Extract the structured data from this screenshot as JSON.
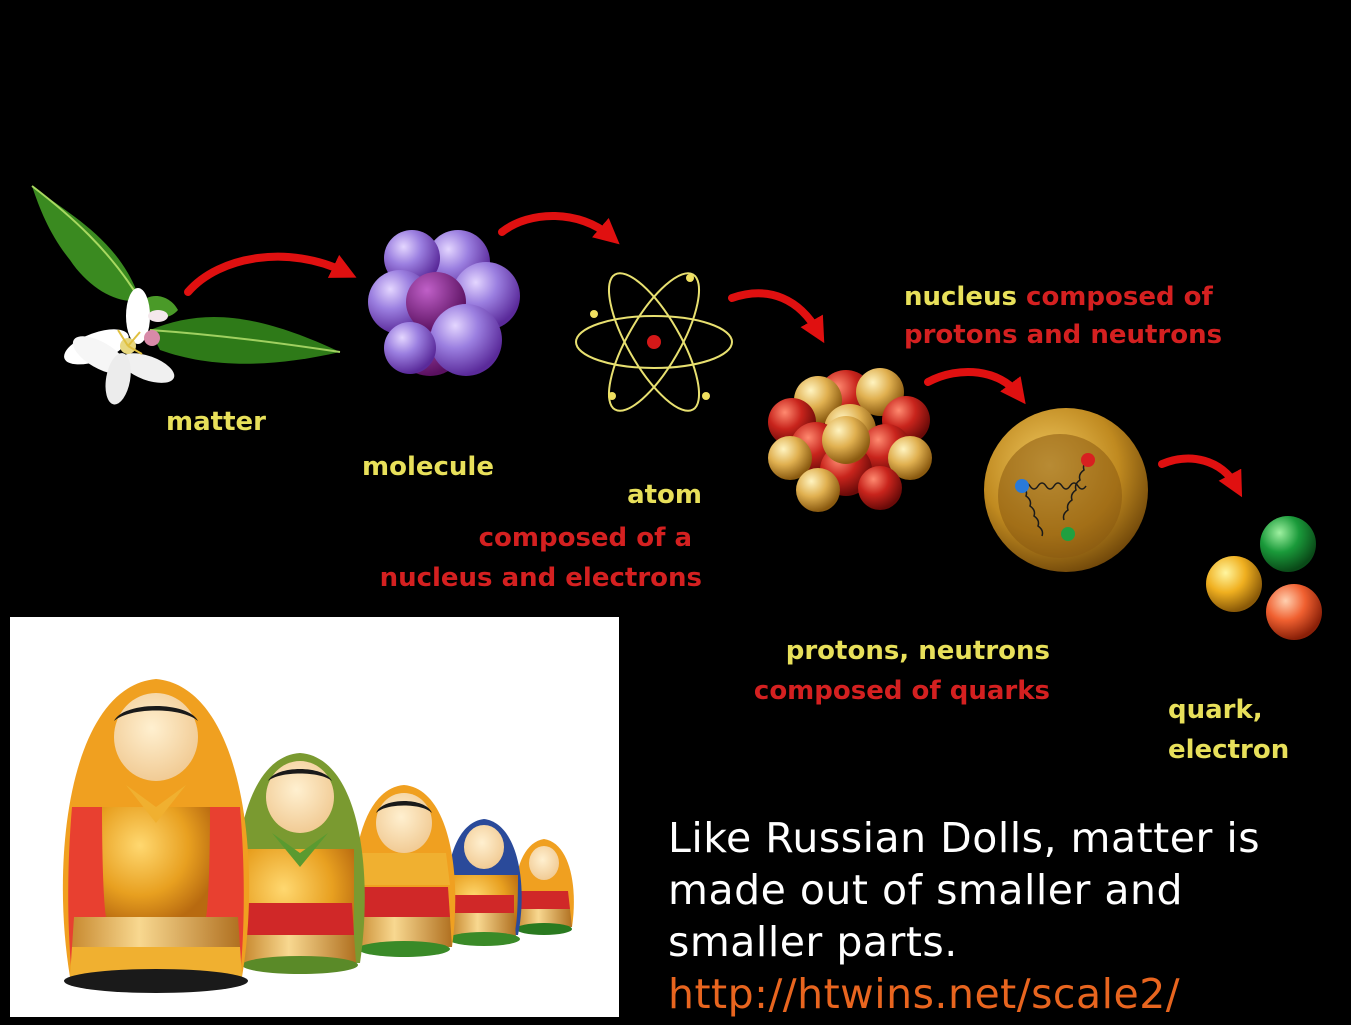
{
  "diagram": {
    "labels": {
      "matter": "matter",
      "molecule": "molecule",
      "atom": "atom",
      "atom_desc_1": "composed of a",
      "atom_desc_2": "nucleus and electrons",
      "nucleus": "nucleus",
      "nucleus_desc_1": "composed of",
      "nucleus_desc_2": "protons and neutrons",
      "protons_neutrons": "protons, neutrons",
      "protons_desc": "composed of quarks",
      "quark_1": "quark,",
      "quark_2": "electron"
    },
    "icons": [
      "flower-icon",
      "molecule-icon",
      "atom-icon",
      "nucleus-icon",
      "proton-icon",
      "quarks-icon",
      "arrow-icon"
    ],
    "colors": {
      "background": "#000000",
      "label_yellow": "#e8e05a",
      "label_red": "#d42020",
      "arrow": "#e01010"
    }
  },
  "caption": {
    "text": "Like Russian Dolls, matter is made out of smaller and smaller parts.",
    "link": "http://htwins.net/scale2/",
    "link_color": "#e8651f"
  },
  "photo": {
    "subject": "russian-dolls-icon",
    "doll_count": 5
  }
}
